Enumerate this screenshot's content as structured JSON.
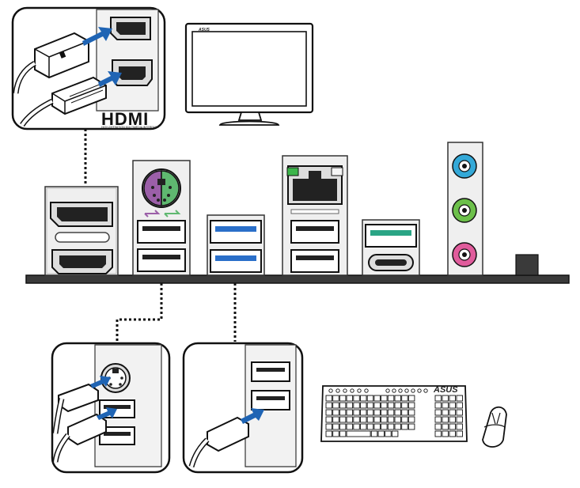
{
  "hdmi_callout": {
    "logo_text": "HDMI",
    "tagline": "HIGH-DEFINITION MULTIMEDIA INTERFACE"
  },
  "monitor": {
    "brand": "ASUS"
  },
  "keyboard": {
    "brand": "ASUS"
  },
  "colors": {
    "ps2_keyboard": "#9b5fa8",
    "ps2_mouse": "#5fb870",
    "usb3_blue": "#2a6fc9",
    "usb_c_teal": "#2aa585",
    "audio_line_in": "#34a9d8",
    "audio_line_out": "#6cc04a",
    "audio_mic": "#e05c9c",
    "lan_led_green": "#3cb54a",
    "arrow_blue": "#1f64b4",
    "board": "#3a3a3a"
  }
}
